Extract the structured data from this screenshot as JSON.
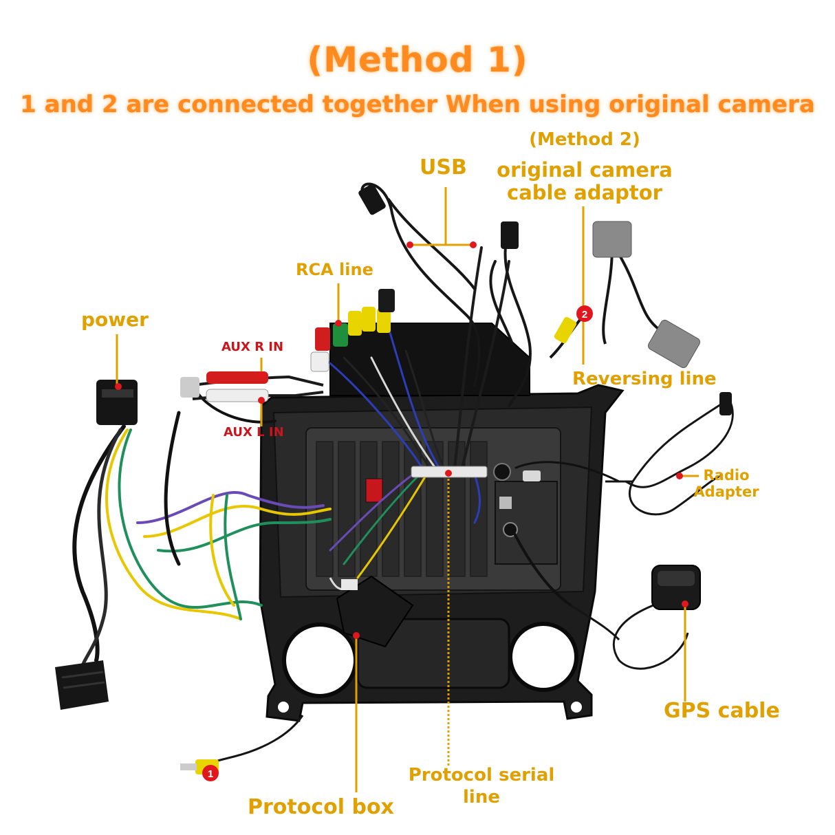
{
  "header": {
    "title": "(Method 1)",
    "subtitle": "1 and 2 are connected together When using original camera"
  },
  "labels": {
    "usb": "USB",
    "method2": "(Method 2)",
    "camera_adaptor_line1": "original camera",
    "camera_adaptor_line2": "cable adaptor",
    "rca_line": "RCA line",
    "power": "power",
    "aux_r_in": "AUX R IN",
    "aux_l_in": "AUX L IN",
    "reversing_line": "Reversing line",
    "radio_adapter_line1": "Radio",
    "radio_adapter_line2": "Adapter",
    "gps_cable": "GPS cable",
    "protocol_box": "Protocol box",
    "protocol_serial_line1": "Protocol serial",
    "protocol_serial_line2": "line"
  },
  "badges": {
    "camera_1": "1",
    "camera_2": "2"
  },
  "colors": {
    "title_orange": "#ff8a1f",
    "label_gold": "#e0a100",
    "marker_red": "#e1171e",
    "aux_red": "#c8161d",
    "unit_black": "#1b1b1b"
  }
}
